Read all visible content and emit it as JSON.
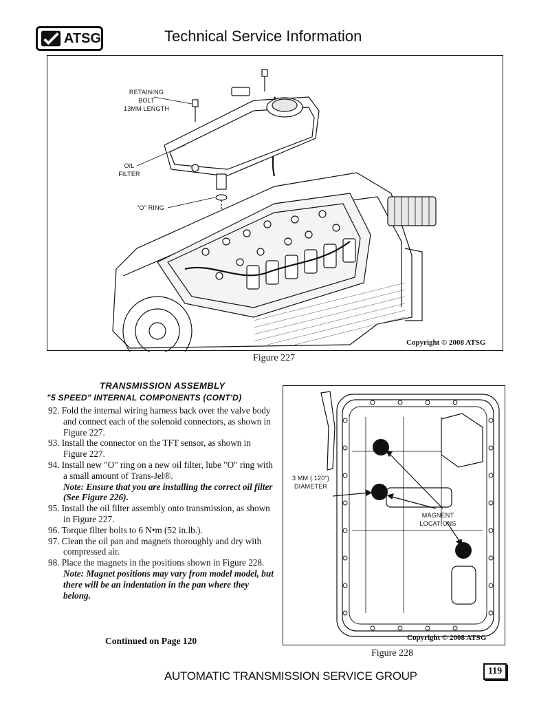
{
  "header": {
    "logo_text": "ATSG",
    "title": "Technical Service Information"
  },
  "figure227": {
    "caption": "Figure 227",
    "copyright": "Copyright © 2008 ATSG",
    "callouts": {
      "retaining_bolt": [
        "RETAINING",
        "BOLT",
        "13MM LENGTH"
      ],
      "oil_filter": [
        "OIL",
        "FILTER"
      ],
      "o_ring": "\"O\" RING"
    }
  },
  "section": {
    "title": "TRANSMISSION ASSEMBLY",
    "subtitle": "\"5 SPEED\" INTERNAL COMPONENTS (CONT'D)"
  },
  "steps": [
    {
      "text": "92. Fold the internal wiring harness back over the valve body and connect each of the solenoid connectors, as shown in Figure 227."
    },
    {
      "text": "93. Install the connector on the TFT sensor, as shown in Figure 227."
    },
    {
      "text": "94. Install new \"O\" ring on a new oil filter, lube \"O\" ring with a small amount of Trans-Jel®.",
      "note": "Note: Ensure that you are installing the correct oil filter  (See Figure 226)."
    },
    {
      "text": "95. Install the oil filter assembly onto transmission, as shown in Figure 227."
    },
    {
      "text": "96. Torque filter bolts to 6 N•m (52 in.lb.)."
    },
    {
      "text": "97. Clean the oil pan and magnets thoroughly and dry with compressed air."
    },
    {
      "text": "98. Place the magnets in the positions shown in Figure 228.",
      "note": "Note: Magnet positions may vary from model model, but there will be an indentation in the pan where they belong."
    }
  ],
  "continued": "Continued on Page 120",
  "figure228": {
    "caption": "Figure 228",
    "copyright": "Copyright © 2008 ATSG",
    "callouts": {
      "diameter": [
        "3 MM  (.120\")",
        "DIAMETER"
      ],
      "magnets": [
        "MAGNENT",
        "LOCATIONS"
      ]
    }
  },
  "footer": {
    "text": "AUTOMATIC TRANSMISSION SERVICE GROUP",
    "page": "119"
  }
}
